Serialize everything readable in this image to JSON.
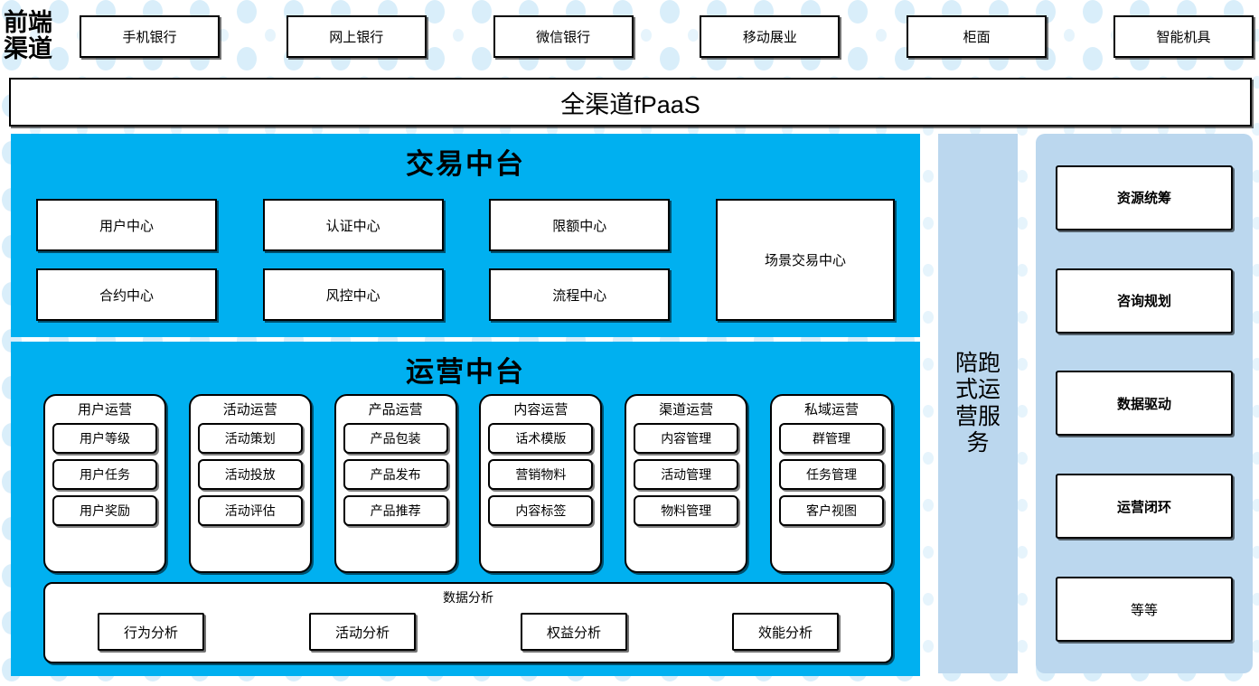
{
  "colors": {
    "cyan_panel": "#00B0F0",
    "light_blue_panel": "#BBD7EE",
    "dot_pattern": "#D9EEFA",
    "box_border": "#000000",
    "box_fill": "#FFFFFF"
  },
  "frontend": {
    "label": "前端\n渠道",
    "channels": [
      {
        "label": "手机银行"
      },
      {
        "label": "网上银行"
      },
      {
        "label": "微信银行"
      },
      {
        "label": "移动展业"
      },
      {
        "label": "柜面"
      },
      {
        "label": "智能机具"
      }
    ]
  },
  "fpaas": {
    "label": "全渠道fPaaS"
  },
  "trade_platform": {
    "title": "交易中台",
    "columns": [
      {
        "cells": [
          "用户中心",
          "合约中心"
        ]
      },
      {
        "cells": [
          "认证中心",
          "风控中心"
        ]
      },
      {
        "cells": [
          "限额中心",
          "流程中心"
        ]
      }
    ],
    "tall_box": "场景交易中心"
  },
  "ops_platform": {
    "title": "运营中台",
    "groups": [
      {
        "title": "用户运营",
        "items": [
          "用户等级",
          "用户任务",
          "用户奖励"
        ]
      },
      {
        "title": "活动运营",
        "items": [
          "活动策划",
          "活动投放",
          "活动评估"
        ]
      },
      {
        "title": "产品运营",
        "items": [
          "产品包装",
          "产品发布",
          "产品推荐"
        ]
      },
      {
        "title": "内容运营",
        "items": [
          "话术模版",
          "营销物料",
          "内容标签"
        ]
      },
      {
        "title": "渠道运营",
        "items": [
          "内容管理",
          "活动管理",
          "物料管理"
        ]
      },
      {
        "title": "私域运营",
        "items": [
          "群管理",
          "任务管理",
          "客户视图"
        ]
      }
    ],
    "analysis": {
      "title": "数据分析",
      "items": [
        "行为分析",
        "活动分析",
        "权益分析",
        "效能分析"
      ]
    }
  },
  "companion_service": {
    "label": "陪跑式运营服务"
  },
  "service_panel": {
    "boxes": [
      {
        "label": "资源统筹",
        "bold": true
      },
      {
        "label": "咨询规划",
        "bold": true
      },
      {
        "label": "数据驱动",
        "bold": true
      },
      {
        "label": "运营闭环",
        "bold": true
      },
      {
        "label": "等等",
        "bold": false
      }
    ]
  }
}
